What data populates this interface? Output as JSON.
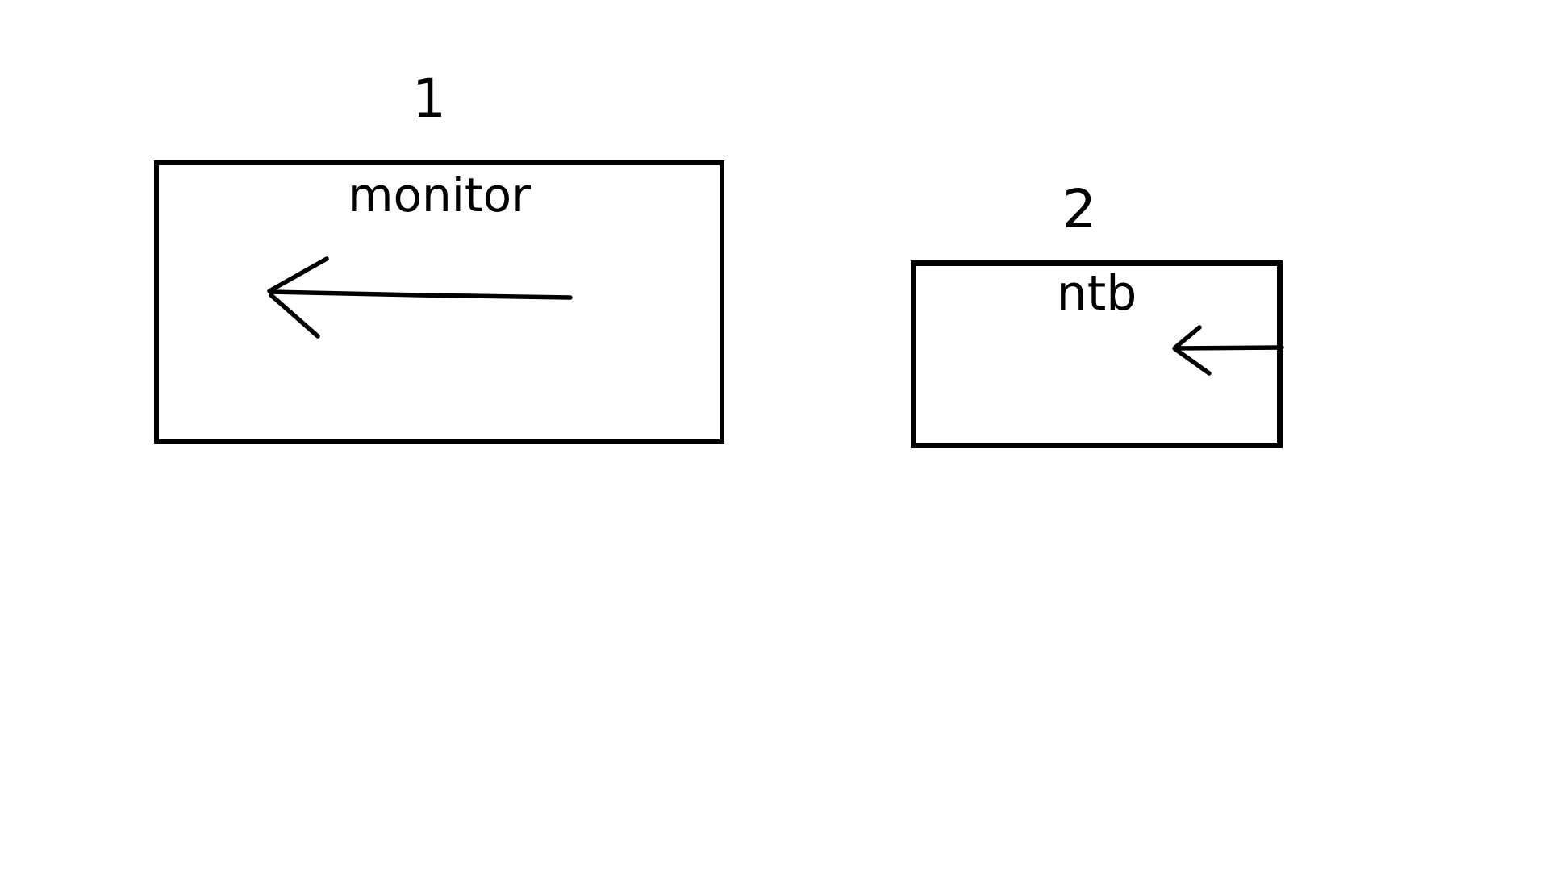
{
  "page": {
    "background_color": "#ffffff",
    "ink_color": "#000000"
  },
  "diagram": {
    "boxes": [
      {
        "number": "1",
        "title": "monitor",
        "arrow": {
          "icon": "left-arrow-icon",
          "direction": "left"
        }
      },
      {
        "number": "2",
        "title": "ntb",
        "arrow": {
          "icon": "left-arrow-icon",
          "direction": "left"
        }
      }
    ]
  }
}
